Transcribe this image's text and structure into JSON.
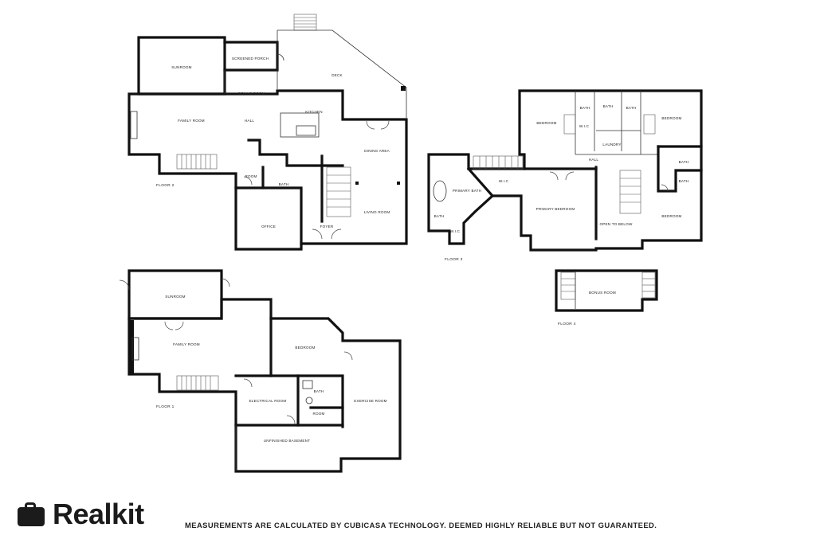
{
  "floors": {
    "floor1": {
      "label": "FLOOR 1",
      "rooms": [
        "SUNROOM",
        "FAMILY ROOM",
        "BEDROOM",
        "ELECTRICAL ROOM",
        "BATH",
        "ROOM",
        "EXERCISE ROOM",
        "UNFINISHED BASEMENT"
      ]
    },
    "floor2": {
      "label": "FLOOR 2",
      "rooms": [
        "SUNROOM",
        "SCREENED PORCH",
        "DECK",
        "BONUS ROOM",
        "FAMILY ROOM",
        "HALL",
        "KITCHEN",
        "DINING AREA",
        "ROOM",
        "BATH",
        "OFFICE",
        "FOYER",
        "LIVING ROOM"
      ]
    },
    "floor3": {
      "label": "FLOOR 3",
      "rooms": [
        "BEDROOM",
        "BATH",
        "BATH",
        "BATH",
        "BEDROOM",
        "W.I.C",
        "LAUNDRY",
        "HALL",
        "BATH",
        "BATH",
        "W.I.C",
        "PRIMARY BATH",
        "PRIMARY BEDROOM",
        "OPEN TO BELOW",
        "BEDROOM",
        "BATH",
        "W.I.C"
      ]
    },
    "floor4": {
      "label": "FLOOR 4",
      "rooms": [
        "BONUS ROOM"
      ]
    }
  },
  "brand": {
    "name": "Realkit",
    "icon": "briefcase-icon"
  },
  "disclaimer": "MEASUREMENTS ARE CALCULATED BY CUBICASA TECHNOLOGY. DEEMED HIGHLY RELIABLE BUT NOT GUARANTEED."
}
